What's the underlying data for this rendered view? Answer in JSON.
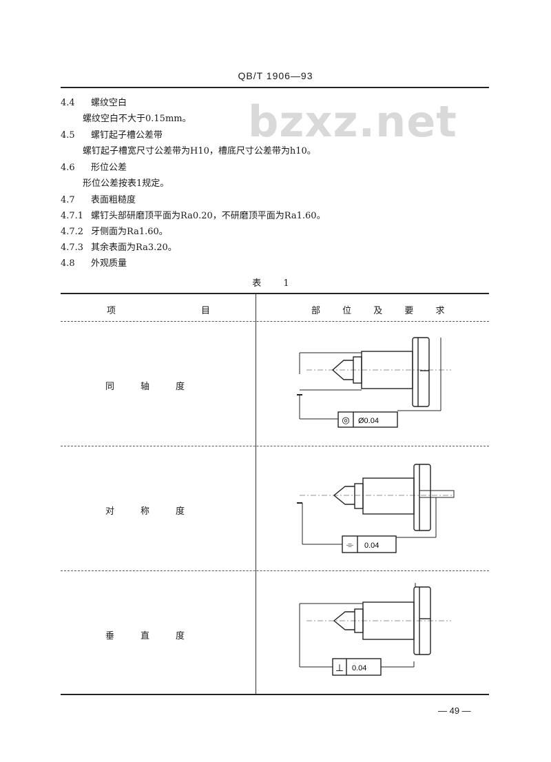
{
  "header": {
    "code": "QB/T 1906—93"
  },
  "watermark": "bzxz.net",
  "sections": [
    {
      "num": "4.4",
      "title": "螺纹空白",
      "body": "螺纹空白不大于0.15mm。"
    },
    {
      "num": "4.5",
      "title": "螺钉起子槽公差带",
      "body": "螺钉起子槽宽尺寸公差带为H10，槽底尺寸公差带为h10。"
    },
    {
      "num": "4.6",
      "title": "形位公差",
      "body": "形位公差按表1规定。"
    },
    {
      "num": "4.7",
      "title": "表面粗糙度",
      "body": ""
    }
  ],
  "subsections": [
    {
      "num": "4.7.1",
      "text": "螺钉头部研磨顶平面为Ra0.20，不研磨顶平面为Ra1.60。"
    },
    {
      "num": "4.7.2",
      "text": "牙侧面为Ra1.60。"
    },
    {
      "num": "4.7.3",
      "text": "其余表面为Ra3.20。"
    },
    {
      "num": "4.8",
      "text": "外观质量"
    }
  ],
  "table": {
    "caption": "表 1",
    "col_item": [
      "项",
      "目"
    ],
    "col_req": "部 位 及 要 求",
    "rows": [
      {
        "label": "同轴度",
        "symbol": "◎",
        "value": "Ø0.04"
      },
      {
        "label": "对称度",
        "symbol": "⌯",
        "value": "0.04"
      },
      {
        "label": "垂直度",
        "symbol": "⊥",
        "value": "0.04"
      }
    ]
  },
  "footer": {
    "page": "— 49 —"
  }
}
